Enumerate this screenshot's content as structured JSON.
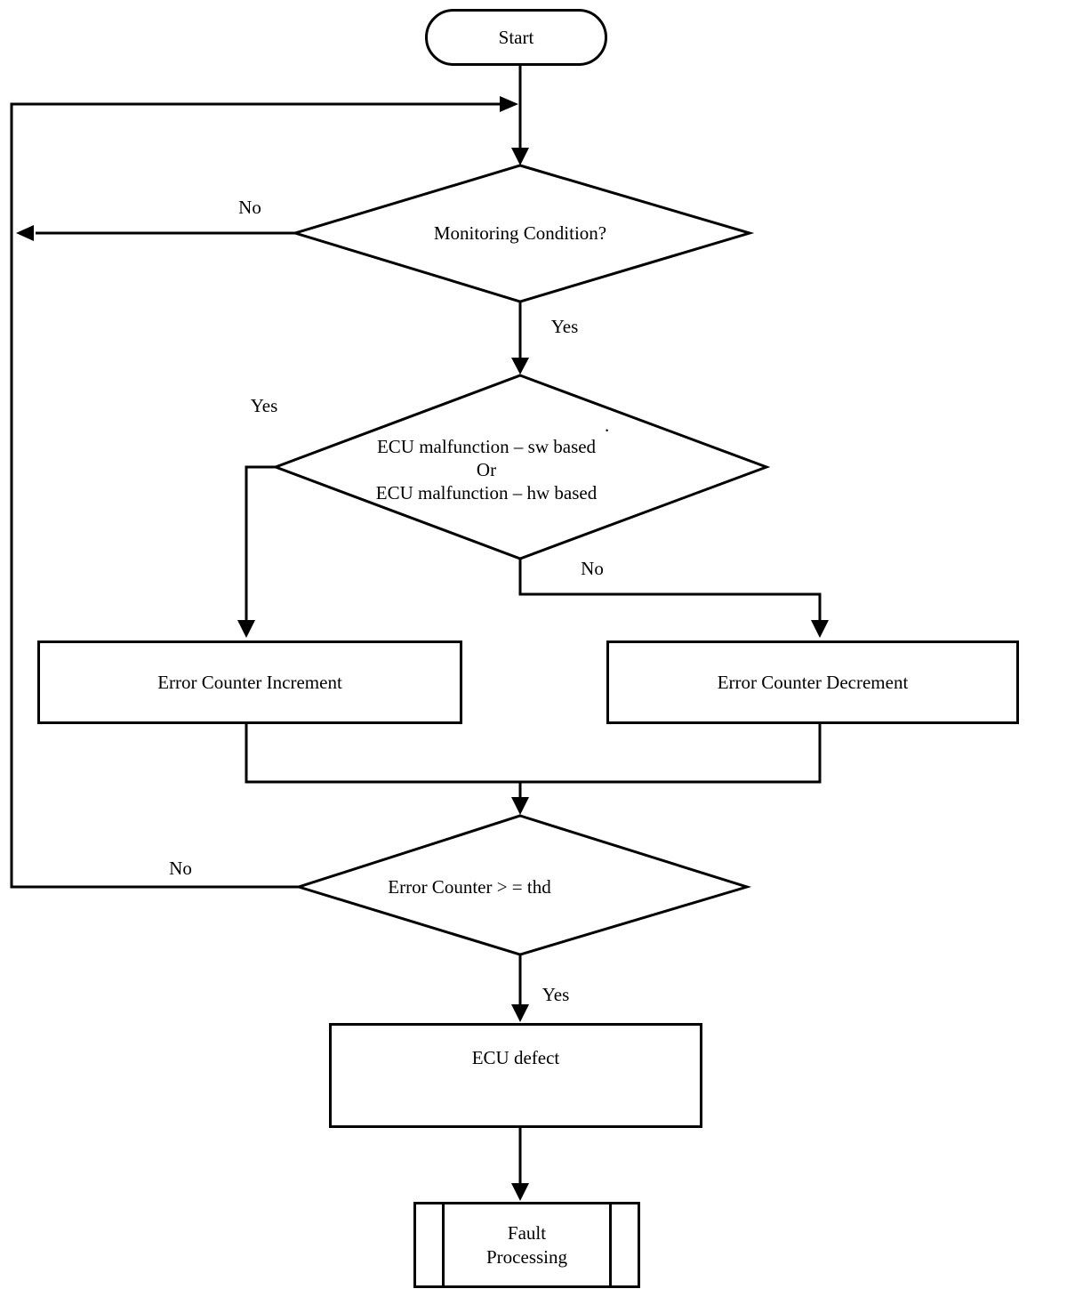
{
  "page": {
    "background": "#ffffff",
    "ink": "#000000"
  },
  "flowchart": {
    "start": {
      "label": "Start"
    },
    "decisions": {
      "monitoring": {
        "label": "Monitoring Condition?",
        "yes": "Yes",
        "no": "No"
      },
      "malfunction": {
        "line1": "ECU malfunction – sw based",
        "line2": "Or",
        "line3": "ECU malfunction – hw based",
        "yes": "Yes",
        "no": "No"
      },
      "threshold": {
        "label": "Error Counter > = thd",
        "yes": "Yes",
        "no": "No"
      }
    },
    "processes": {
      "increment": {
        "label": "Error Counter Increment"
      },
      "decrement": {
        "label": "Error Counter Decrement"
      },
      "defect": {
        "label": "ECU defect"
      }
    },
    "predefined": {
      "fault": {
        "line1": "Fault",
        "line2": "Processing"
      }
    },
    "stray_mark": "."
  }
}
